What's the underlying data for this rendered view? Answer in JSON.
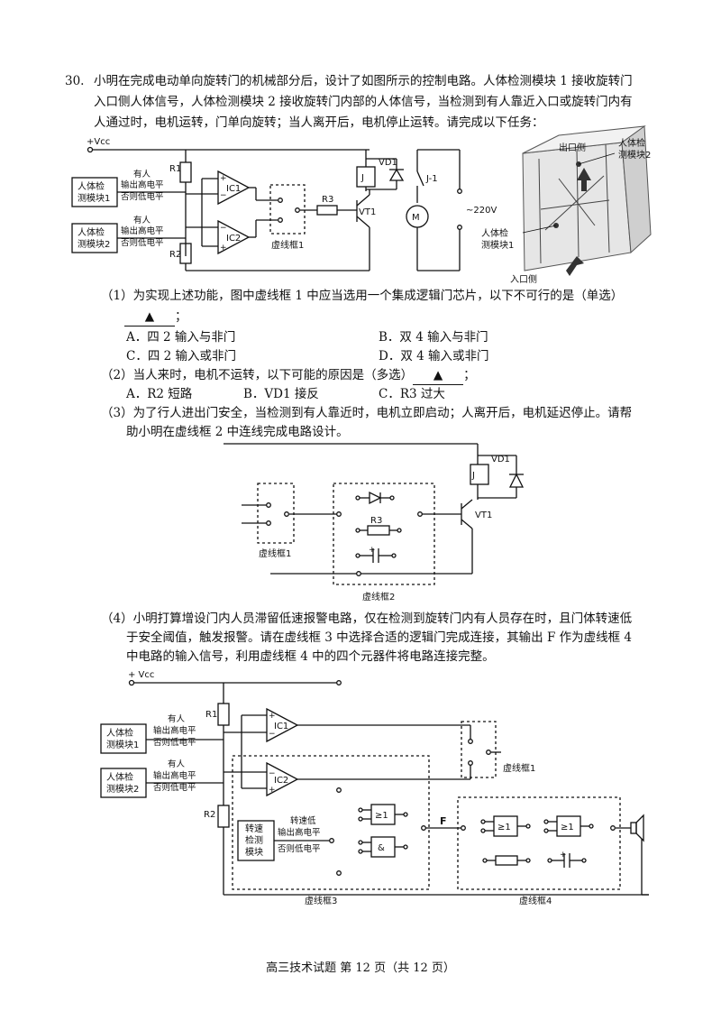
{
  "question": {
    "number": "30.",
    "intro_lines": [
      "小明在完成电动单向旋转门的机械部分后，设计了如图所示的控制电路。人体检测模块 1 接收旋转门",
      "入口侧人体信号，人体检测模块 2 接收旋转门内部的人体信号，当检测到有人靠近入口或旋转门内有",
      "人通过时，电机运转，门单向旋转；当人离开后，电机停止运转。请完成以下任务："
    ]
  },
  "fig1": {
    "vcc": "+Vcc",
    "module1": [
      "人体检",
      "测模块1"
    ],
    "module2": [
      "人体检",
      "测模块2"
    ],
    "signal_note": [
      "有人",
      "输出高电平",
      "否则低电平"
    ],
    "r1": "R1",
    "r2": "R2",
    "r3": "R3",
    "ic1": "IC1",
    "ic2": "IC2",
    "box1": "虚线框1",
    "vt1": "VT1",
    "j": "J",
    "vd1": "VD1",
    "j1": "J-1",
    "motor": "M",
    "ac": "~220V"
  },
  "door": {
    "exit_label": "出口侧",
    "entry_label": "入口侧",
    "module2_label": [
      "人体检",
      "测模块2"
    ],
    "module1_label": [
      "人体检",
      "测模块1"
    ]
  },
  "q1": {
    "stem": "（1）为实现上述功能，图中虚线框 1 中应当选用一个集成逻辑门芯片，以下不可行的是（单选）",
    "blank": "▲",
    "options": [
      "A．四 2 输入与非门",
      "B．双 4 输入与非门",
      "C．四 2 输入或非门",
      "D．双 4 输入或非门"
    ]
  },
  "q2": {
    "stem": "（2）当人来时，电机不运转，以下可能的原因是（多选）",
    "blank": "▲",
    "options": [
      "A．R2 短路",
      "B．VD1 接反",
      "C．R3 过大"
    ]
  },
  "q3": {
    "lines": [
      "（3）为了行人进出门安全，当检测到有人靠近时，电机立即启动；人离开后，电机延迟停止。请帮",
      "助小明在虚线框 2 中连线完成电路设计。"
    ]
  },
  "fig2": {
    "box1": "虚线框1",
    "box2": "虚线框2",
    "r3": "R3",
    "vt1": "VT1",
    "vd1": "VD1",
    "j": "J"
  },
  "q4": {
    "lines": [
      "（4）小明打算增设门内人员滞留低速报警电路，仅在检测到旋转门内有人员存在时，且门体转速低",
      "于安全阈值，触发报警。请在虚线框 3 中选择合适的逻辑门完成连接，其输出 F 作为虚线框 4",
      "中电路的输入信号，利用虚线框 4 中的四个元器件将电路连接完整。"
    ]
  },
  "fig3": {
    "vcc": "+ Vcc",
    "module1": [
      "人体检",
      "测模块1"
    ],
    "module2": [
      "人体检",
      "测模块2"
    ],
    "signal_note": [
      "有人",
      "输出高电平",
      "否则低电平"
    ],
    "r1": "R1",
    "r2": "R2",
    "ic1": "IC1",
    "ic2": "IC2",
    "box1": "虚线框1",
    "box3": "虚线框3",
    "box4": "虚线框4",
    "speed_module": [
      "转速",
      "检测",
      "模块"
    ],
    "speed_note": [
      "转速低",
      "输出高电平",
      "否则低电平"
    ],
    "gate_or": "≥1",
    "gate_and": "&",
    "f": "F"
  },
  "footer": "高三技术试题 第 12 页（共 12 页）"
}
